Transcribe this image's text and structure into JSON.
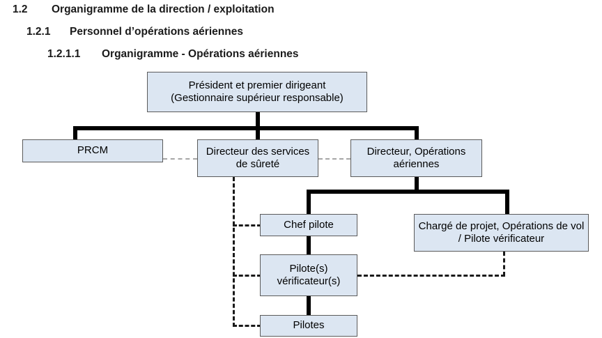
{
  "headings": [
    {
      "number": "1.2",
      "text": "Organigramme de la direction / exploitation"
    },
    {
      "number": "1.2.1",
      "text": "Personnel d’opérations aériennes"
    },
    {
      "number": "1.2.1.1",
      "text": "Organigramme - Opérations aériennes"
    }
  ],
  "colors": {
    "node_fill": "#dce6f2",
    "node_border": "#5a5a5a",
    "solid_link": "#000000",
    "dashed_link_dark": "#1a1a1a",
    "dashed_link_light": "#a6a6a6",
    "background": "#ffffff",
    "heading_text": "#1a1a1a"
  },
  "chart_data": {
    "type": "diagram",
    "diagram_kind": "organizational-chart",
    "title": "Organigramme - Opérations aériennes",
    "nodes": [
      {
        "id": "president",
        "label": "Président et premier dirigeant\n(Gestionnaire supérieur responsable)",
        "line1": "Président et premier dirigeant",
        "line2": "(Gestionnaire supérieur responsable)",
        "level": 0
      },
      {
        "id": "prcm",
        "label": "PRCM",
        "line1": "PRCM",
        "line2": "",
        "level": 1
      },
      {
        "id": "surete",
        "label": "Directeur des services de sûreté",
        "line1": "Directeur des",
        "line2": "services de sûreté",
        "level": 1
      },
      {
        "id": "dir_ops",
        "label": "Directeur, Opérations aériennes",
        "line1": "Directeur,",
        "line2": "Opérations aériennes",
        "level": 1
      },
      {
        "id": "chef_pilote",
        "label": "Chef pilote",
        "line1": "Chef pilote",
        "line2": "",
        "level": 2
      },
      {
        "id": "charge_projet",
        "label": "Chargé de projet, Opérations de vol / Pilote vérificateur",
        "line1": "Chargé de projet, Opérations",
        "line2": "de vol / Pilote vérificateur",
        "level": 2
      },
      {
        "id": "pilote_verif",
        "label": "Pilote(s) vérificateur(s)",
        "line1": "Pilote(s)",
        "line2": "vérificateur(s)",
        "level": 3
      },
      {
        "id": "pilotes",
        "label": "Pilotes",
        "line1": "Pilotes",
        "line2": "",
        "level": 4
      }
    ],
    "edges": [
      {
        "from": "president",
        "to": "prcm",
        "style": "solid"
      },
      {
        "from": "president",
        "to": "surete",
        "style": "solid"
      },
      {
        "from": "president",
        "to": "dir_ops",
        "style": "solid"
      },
      {
        "from": "dir_ops",
        "to": "chef_pilote",
        "style": "solid"
      },
      {
        "from": "dir_ops",
        "to": "charge_projet",
        "style": "solid"
      },
      {
        "from": "chef_pilote",
        "to": "pilote_verif",
        "style": "solid"
      },
      {
        "from": "pilote_verif",
        "to": "pilotes",
        "style": "solid"
      },
      {
        "from": "prcm",
        "to": "surete",
        "style": "dashed-light"
      },
      {
        "from": "surete",
        "to": "dir_ops",
        "style": "dashed-light"
      },
      {
        "from": "surete",
        "to": "chef_pilote",
        "style": "dashed-dark"
      },
      {
        "from": "surete",
        "to": "pilote_verif",
        "style": "dashed-dark"
      },
      {
        "from": "surete",
        "to": "pilotes",
        "style": "dashed-dark"
      },
      {
        "from": "charge_projet",
        "to": "pilote_verif",
        "style": "dashed-dark"
      }
    ]
  }
}
